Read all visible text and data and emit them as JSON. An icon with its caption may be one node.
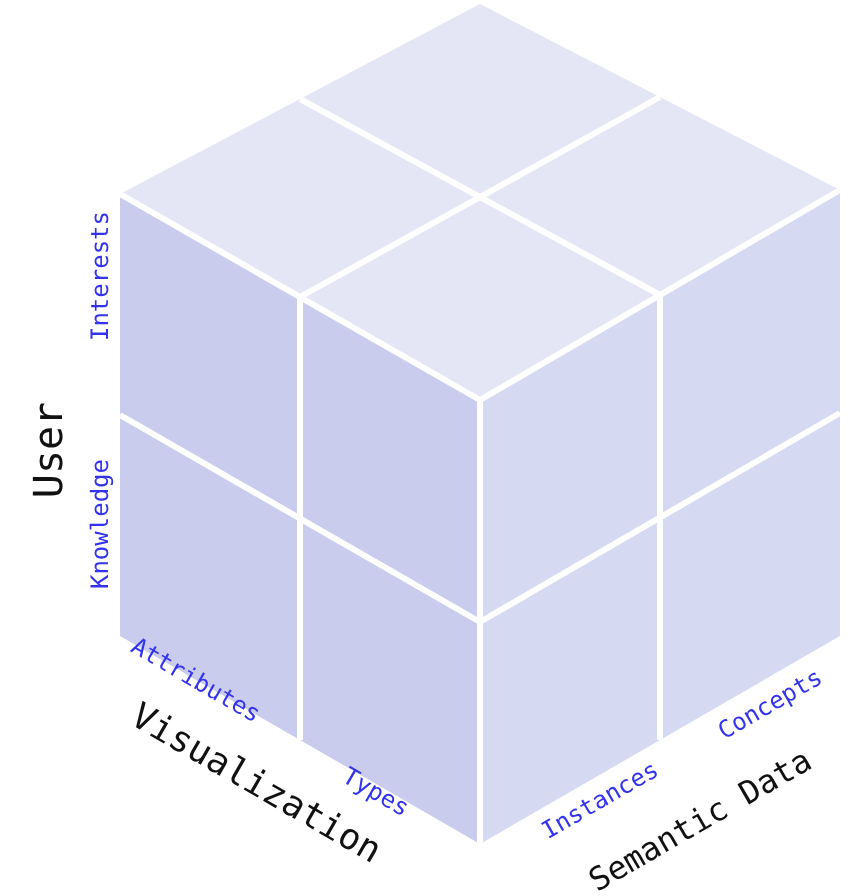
{
  "diagram": {
    "labels": [
      "User",
      "Interests",
      "Knowledge",
      "Attributes",
      "Visualization",
      "Types",
      "Instances",
      "Concepts",
      "Semantic Data"
    ]
  }
}
